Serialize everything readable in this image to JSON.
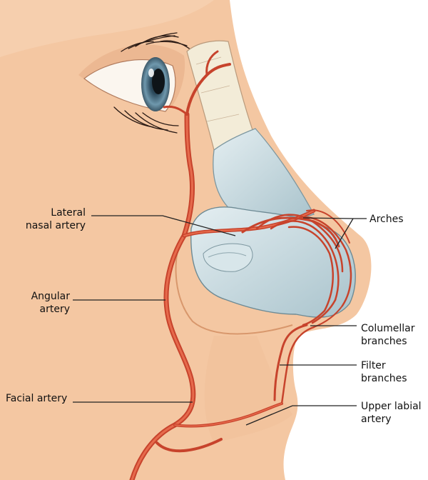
{
  "labels": {
    "lateral_nasal_artery": "Lateral\nnasal artery",
    "angular_artery": "Angular\nartery",
    "facial_artery": "Facial artery",
    "arches": "Arches",
    "columellar_branches": "Columellar\nbranches",
    "filter_branches": "Filter\nbranches",
    "upper_labial_artery": "Upper labial\nartery"
  },
  "colors": {
    "skin": "#f4c7a2",
    "skin_shadow": "#e8ad85",
    "cartilage": "#c9dde3",
    "artery": "#e0553a",
    "artery_dark": "#b73a26",
    "bone": "#f3ecd8",
    "leader_line": "#222222"
  }
}
